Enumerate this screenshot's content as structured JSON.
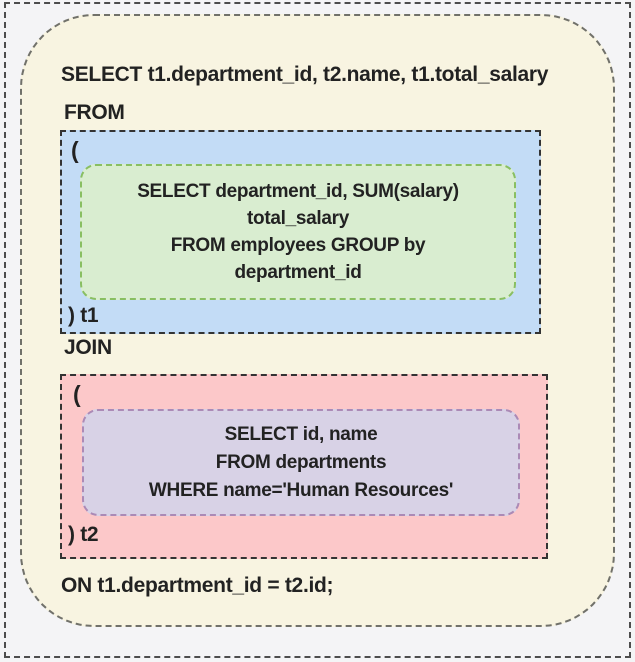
{
  "query": {
    "select_clause": "SELECT t1.department_id, t2.name, t1.total_salary",
    "from_keyword": "FROM",
    "join_keyword": "JOIN",
    "on_clause": "ON t1.department_id = t2.id;"
  },
  "t1": {
    "open_paren": "(",
    "alias": ") t1",
    "lines": [
      "SELECT department_id, SUM(salary)",
      "total_salary",
      "FROM employees GROUP by",
      "department_id"
    ]
  },
  "t2": {
    "open_paren": "(",
    "alias": ") t2",
    "lines": [
      "SELECT id, name",
      "FROM departments",
      "WHERE name='Human Resources'"
    ]
  },
  "colors": {
    "canvas_bg": "#f4f4f6",
    "outer_border": "#4d4d4d",
    "container_fill": "#f8f4e1",
    "container_border": "#71716a",
    "t1_fill": "#c3dcf6",
    "t1_border": "#333333",
    "t1_inner_fill": "#d9edd0",
    "t1_inner_border": "#89bf62",
    "t2_fill": "#fcc8c9",
    "t2_border": "#333333",
    "t2_inner_fill": "#d8d2e6",
    "t2_inner_border": "#ab8ab6",
    "text": "#222222"
  }
}
